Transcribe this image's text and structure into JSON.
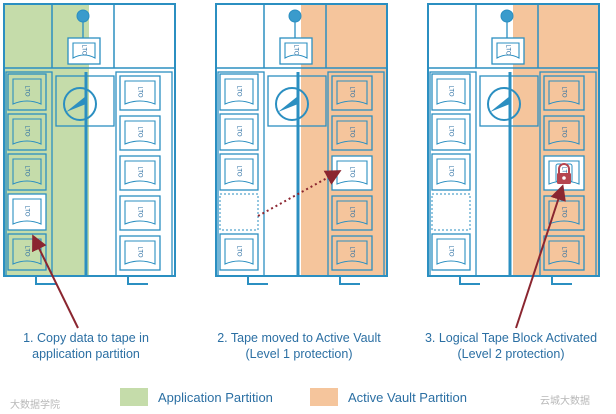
{
  "captions": [
    {
      "line1": "1. Copy data to tape in",
      "line2": "application partition"
    },
    {
      "line1": "2. Tape moved to Active Vault",
      "line2": "(Level 1 protection)"
    },
    {
      "line1": "3. Logical Tape Block Activated",
      "line2": "(Level 2 protection)"
    }
  ],
  "tape_label": "LTO",
  "legend": {
    "application": {
      "label": "Application Partition",
      "color": "#c5dcaa"
    },
    "vault": {
      "label": "Active Vault Partition",
      "color": "#f5c59c"
    }
  },
  "watermarks": {
    "left": "大数据学院",
    "right": "云城大数据"
  },
  "colors": {
    "outline": "#2b8fc1",
    "arrow": "#8b2630",
    "lock": "#b5454f"
  },
  "icons": [
    "robot-arm-icon",
    "lock-icon",
    "tape-cartridge-icon"
  ]
}
